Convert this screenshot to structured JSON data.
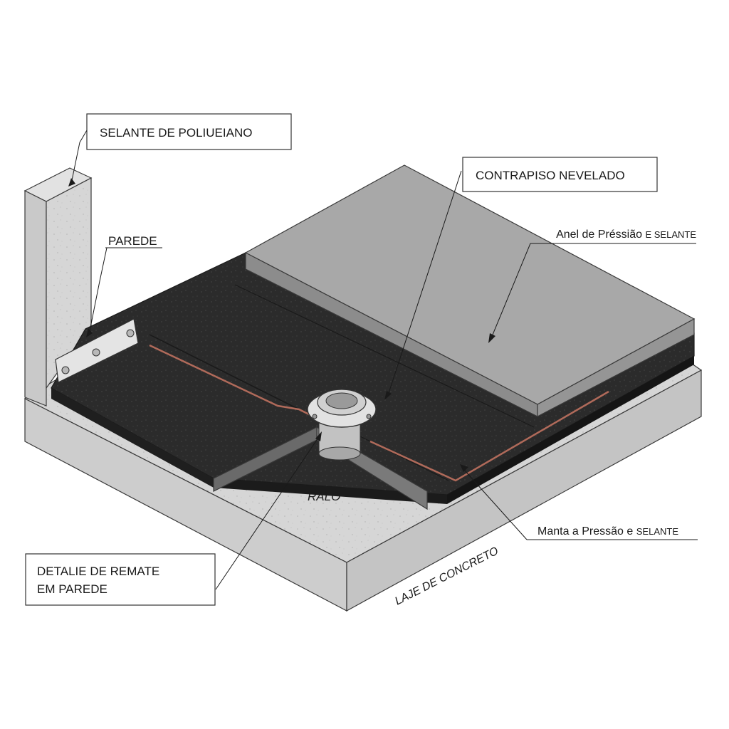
{
  "labels": {
    "selante": "SELANTE DE POLIUEIANO",
    "contrapiso": "CONTRAPISO NEVELADO",
    "anel_a": "Anel de Préssião ",
    "anel_b": "E SELANTE",
    "parede": "PAREDE",
    "ralo": "RALO",
    "manta_a": "Manta a Pressão e ",
    "manta_b": "SELANTE",
    "detalhe_line1": "DETALIE DE REMATE",
    "detalhe_line2": "EM PAREDE",
    "laje": "LAJE DE CONCRETO"
  },
  "colors": {
    "concrete": "#d9d9d9",
    "concrete_side": "#c4c4c4",
    "concrete_front": "#cfcfcf",
    "membrane": "#2b2b2b",
    "membrane_edge": "#1b1b1b",
    "screed_top": "#a9a9a9",
    "screed_side": "#8f8f8f",
    "wall": "#d4d4d4",
    "wall_side": "#bdbdbd",
    "sealant_line": "#b06a5a",
    "metal": "#e0e0e0"
  }
}
